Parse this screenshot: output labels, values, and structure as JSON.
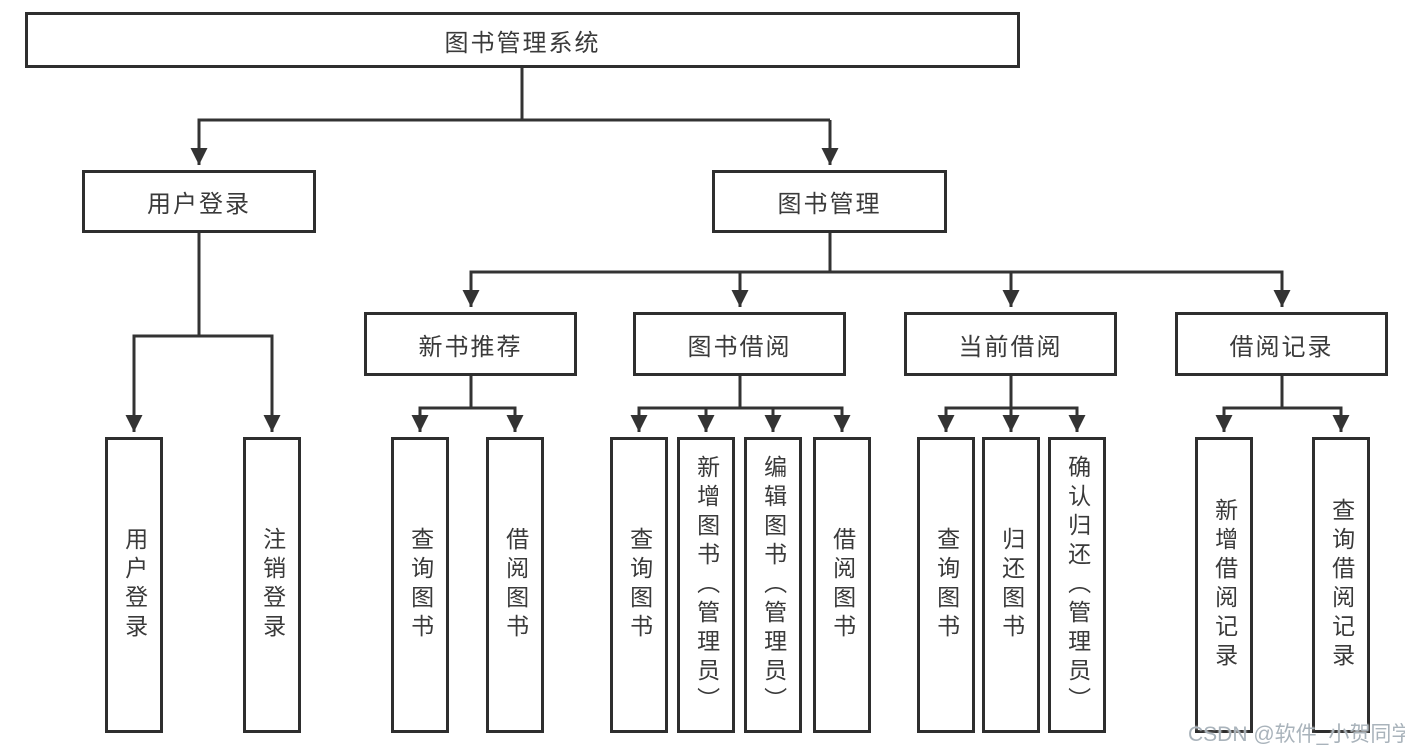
{
  "diagram": {
    "root": "图书管理系统",
    "login_branch": {
      "label": "用户登录",
      "children": [
        "用户登录",
        "注销登录"
      ]
    },
    "mgmt_branch": {
      "label": "图书管理",
      "sections": [
        {
          "label": "新书推荐",
          "children": [
            "查询图书",
            "借阅图书"
          ]
        },
        {
          "label": "图书借阅",
          "children": [
            "查询图书",
            "新增图书（管理员）",
            "编辑图书（管理员）",
            "借阅图书"
          ]
        },
        {
          "label": "当前借阅",
          "children": [
            "查询图书",
            "归还图书",
            "确认归还（管理员）"
          ]
        },
        {
          "label": "借阅记录",
          "children": [
            "新增借阅记录",
            "查询借阅记录"
          ]
        }
      ]
    }
  },
  "watermark": "CSDN @软件_小贺同学",
  "colors": {
    "line": "#333333",
    "border": "#2e2e2e",
    "text": "#3a3a3a",
    "watermark": "#a9b3bb"
  }
}
